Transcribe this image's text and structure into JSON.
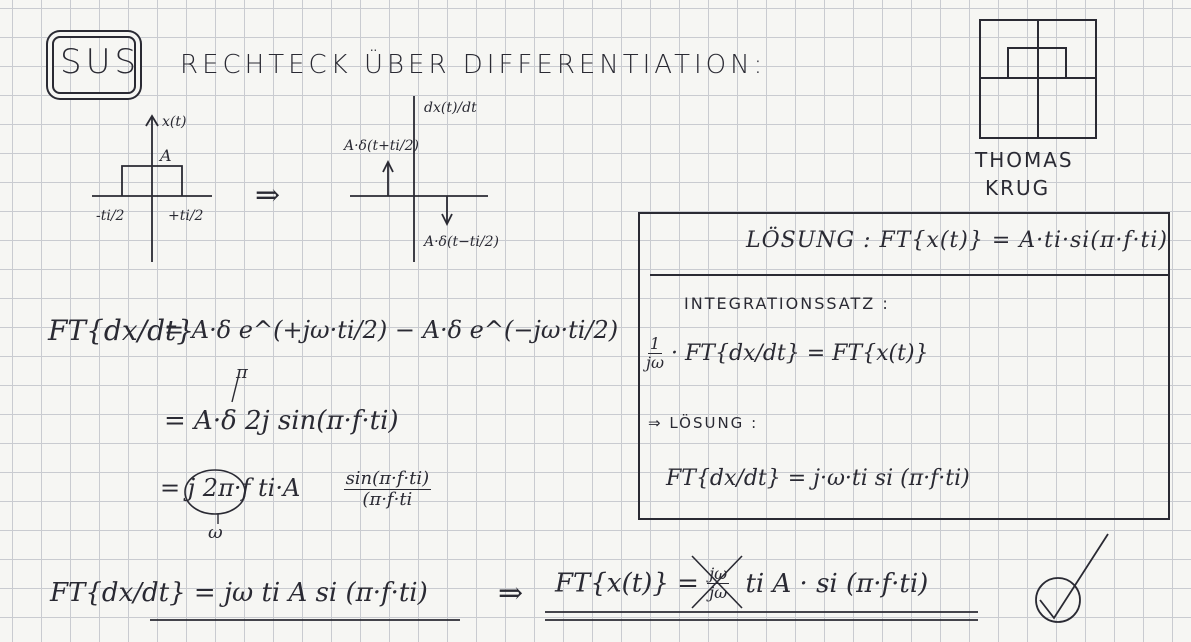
{
  "header": {
    "badge": "SUS",
    "title": "RECHTECK ÜBER DIFFERENTIATION:"
  },
  "author": {
    "first": "THOMAS",
    "last": "KRUG"
  },
  "graph_left": {
    "y_label": "x(t)",
    "amplitude": "A",
    "tick_left": "-ti/2",
    "tick_right": "+ti/2"
  },
  "arrow": "⇒",
  "graph_right": {
    "y_label": "dx(t)/dt",
    "impulse_up": "A·δ(t+ti/2)",
    "impulse_down": "A·δ(t−ti/2)"
  },
  "derivation": {
    "line1_lhs": "FT{dx/dt}",
    "line1_rhs": "= A·δ e^(+jω·ti/2) − A·δ e^(−jω·ti/2)",
    "line2": "= A·δ 2j sin(π·f·ti)",
    "line3_prefix": "= j 2π·f ti·A",
    "line3_frac_num": "sin(π·f·ti)",
    "line3_frac_den": "(π·f·ti",
    "omega_note": "ω",
    "pi_note": "π"
  },
  "bottom": {
    "lhs": "FT{dx/dt} = jω ti A si (π·f·ti)",
    "arrow": "⇒",
    "rhs_start": "FT{x(t)} =",
    "rhs_fraction_num": "jω",
    "rhs_fraction_den": "jω",
    "rhs_end": "ti A · si (π·f·ti)",
    "check": "✓"
  },
  "solution_box": {
    "title": "LÖSUNG : FT{x(t)} = A·ti·si(π·f·ti)",
    "subtitle": "INTEGRATIONSSATZ :",
    "integ_frac_num": "1",
    "integ_frac_den": "jω",
    "integ_rest": "· FT{dx/dt} = FT{x(t)}",
    "arrow_label": "⇒ LÖSUNG :",
    "final": "FT{dx/dt} = j·ω·ti si (π·f·ti)"
  }
}
